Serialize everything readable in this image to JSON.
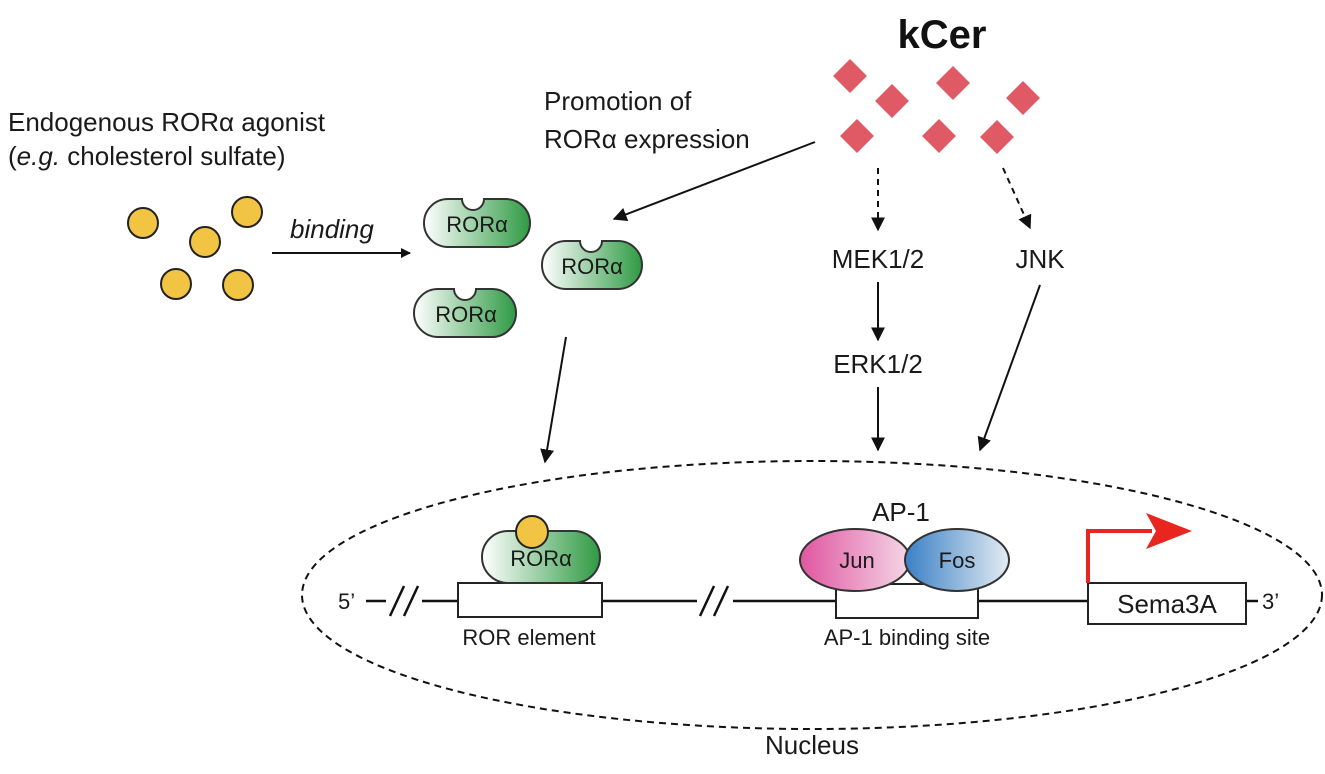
{
  "title": "kCer",
  "agonist_label": {
    "line1": "Endogenous RORα agonist",
    "line2_prefix": "e.g.",
    "line2_rest": " cholesterol sulfate)",
    "line2_open": "("
  },
  "binding_label": "binding",
  "promotion_label": {
    "line1": "Promotion of",
    "line2": "RORα expression"
  },
  "rora_label": "RORα",
  "kinases": {
    "mek": "MEK1/2",
    "erk": "ERK1/2",
    "jnk": "JNK"
  },
  "ap1_label": "AP-1",
  "jun_label": "Jun",
  "fos_label": "Fos",
  "dna": {
    "five_prime": "5’",
    "three_prime": "3’",
    "ror_element": "ROR element",
    "ap1_site": "AP-1 binding site",
    "gene": "Sema3A"
  },
  "nucleus_label": "Nucleus",
  "colors": {
    "agonist": "#f2c443",
    "kcer": "#e05a66",
    "rora_dark": "#2f9a44",
    "rora_light": "#ffffff",
    "jun": "#e56aa8",
    "fos": "#3f86c9",
    "transcription_arrow": "#e8251f"
  }
}
